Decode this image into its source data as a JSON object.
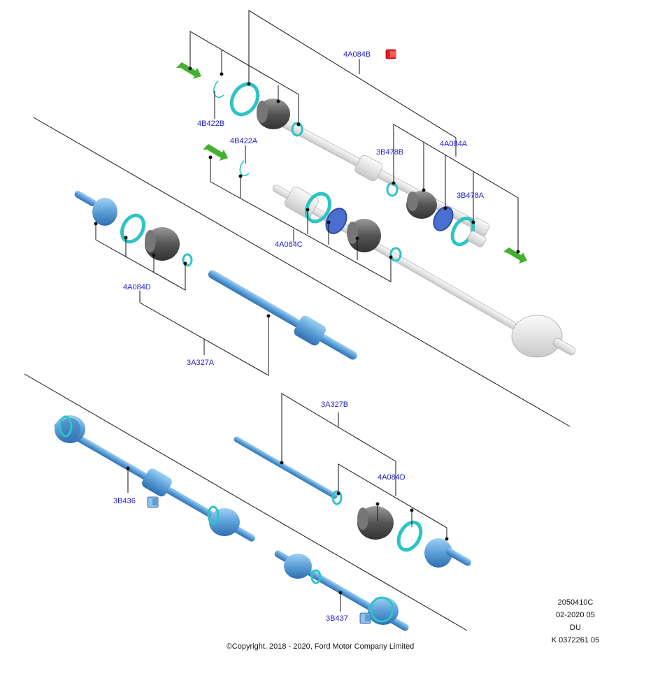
{
  "colors": {
    "callout_text": "#1f1fd0",
    "part_blue": "#5a9fd8",
    "part_dark_blue": "#3a77b8",
    "seal_teal": "#2ec4c4",
    "boot_grey": "#555555",
    "ghost_grey": "#e6e6e6",
    "arrow_green": "#44b030",
    "icon_red": "#e02020"
  },
  "callouts": {
    "c_4A084B": "4A084B",
    "c_4B422B": "4B422B",
    "c_4B422A": "4B422A",
    "c_3B478B": "3B478B",
    "c_4A084A": "4A084A",
    "c_3B478A": "3B478A",
    "c_4A084C": "4A084C",
    "c_4A084D_1": "4A084D",
    "c_3A327A": "3A327A",
    "c_3A327B": "3A327B",
    "c_4A084D_2": "4A084D",
    "c_3B436": "3B436",
    "c_3B437": "3B437"
  },
  "icons": {
    "kit_red": "kit-icon-red",
    "kit_blue": "kit-icon-blue",
    "arrow": "green-arrow-icon"
  },
  "footer": {
    "ref_code": "2050410C",
    "date": "02-2020 05",
    "lang": "DU",
    "doc_number": "K 0372261 05",
    "copyright": "©Copyright, 2018 - 2020, Ford Motor Company Limited"
  }
}
